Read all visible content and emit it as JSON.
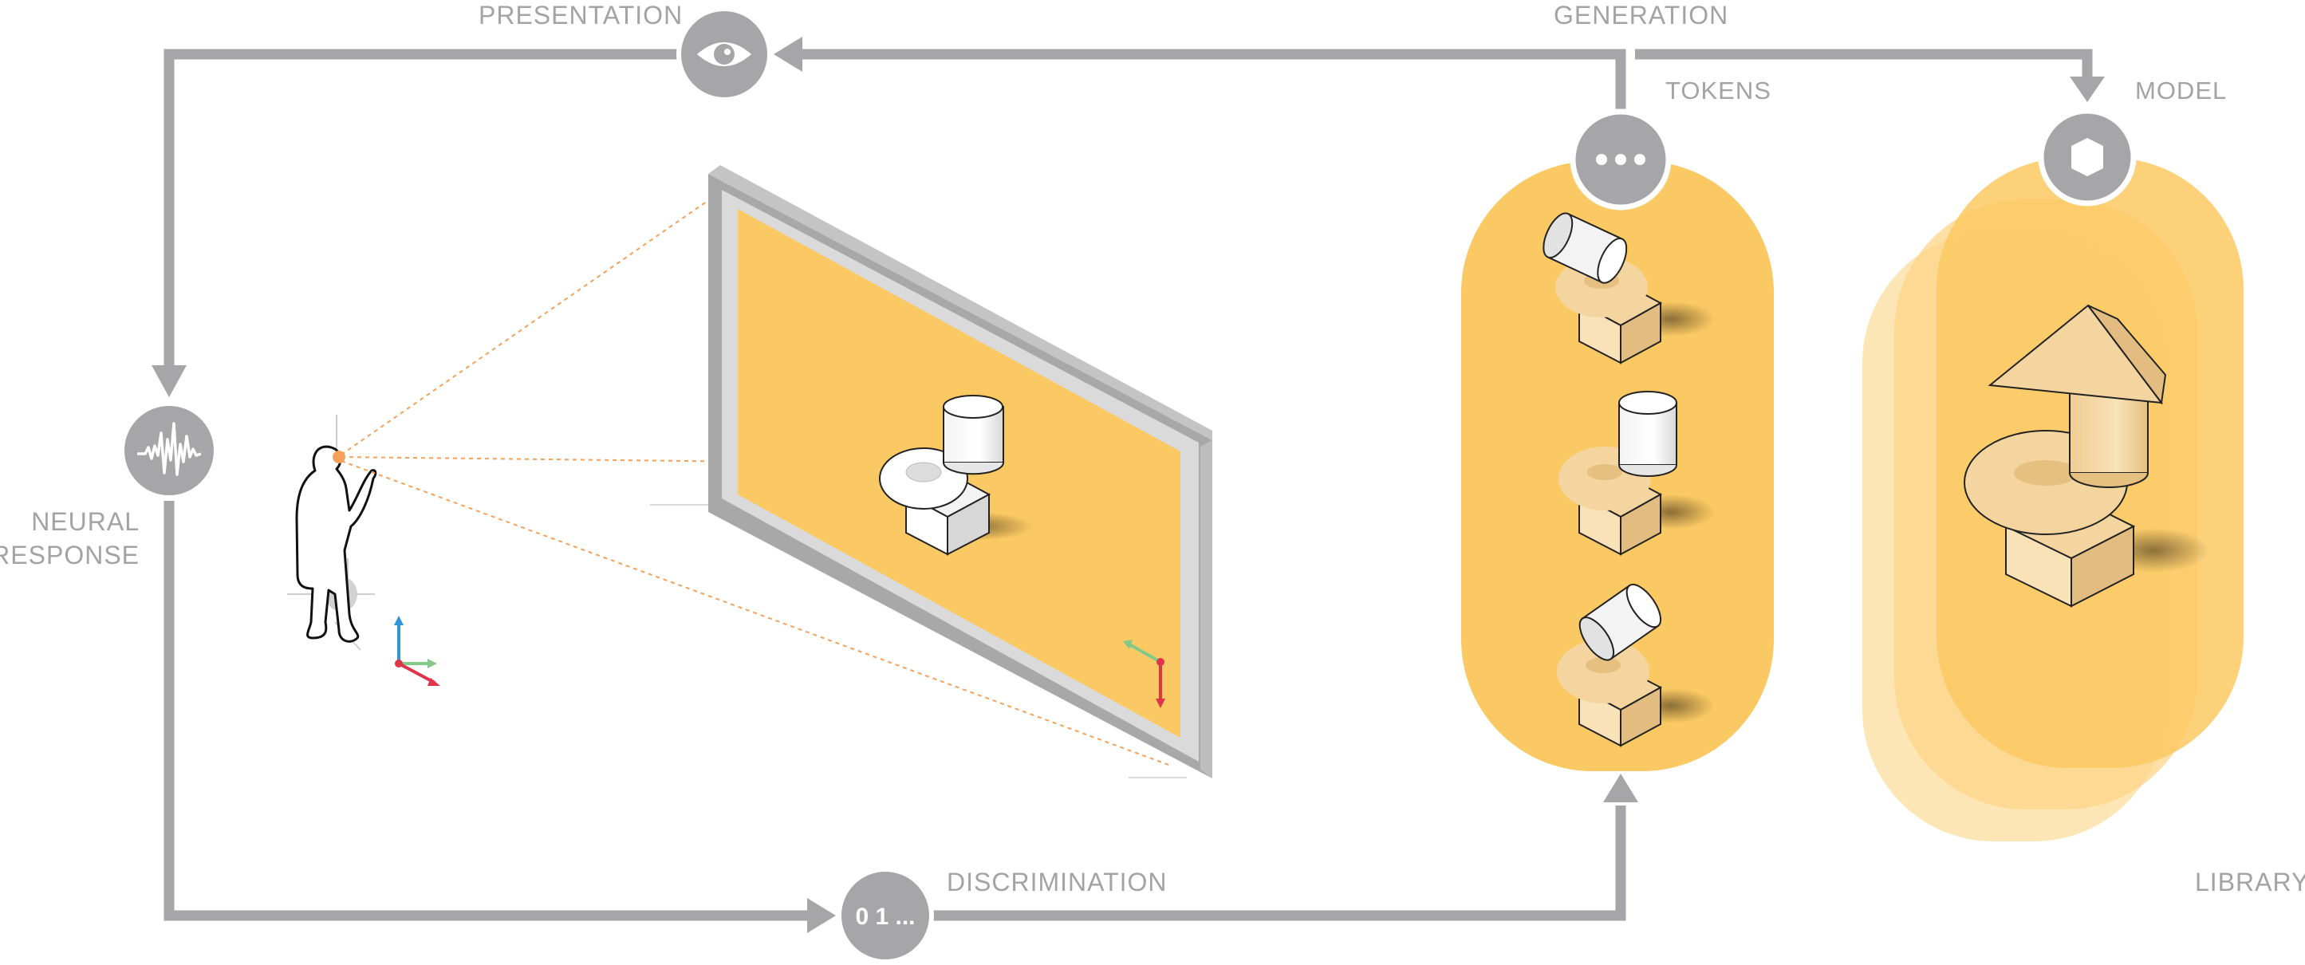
{
  "labels": {
    "presentation": "PRESENTATION",
    "generation": "GENERATION",
    "tokens": "TOKENS",
    "model": "MODEL",
    "neural_response": [
      "NEURAL",
      "RESPONSE"
    ],
    "discrimination": "DISCRIMINATION",
    "library": "LIBRARY"
  },
  "hubs": {
    "discrimination_code": "0 1 ..."
  },
  "colors": {
    "flow": "#a6a6a8",
    "panel": "#fbc963",
    "panel_light": "#fde3ad",
    "shape": "#f4d5a0",
    "shape_dark": "#e2bc80",
    "frame": "#a8a8a8",
    "axis_red": "#e0344a",
    "axis_blue": "#2f95d6",
    "axis_green": "#82c98a",
    "gaze": "#f5a15a"
  },
  "icons": {
    "presentation": "eye-icon",
    "neural_response": "waveform-icon",
    "tokens": "ellipsis-icon",
    "model": "hexagon-icon"
  }
}
